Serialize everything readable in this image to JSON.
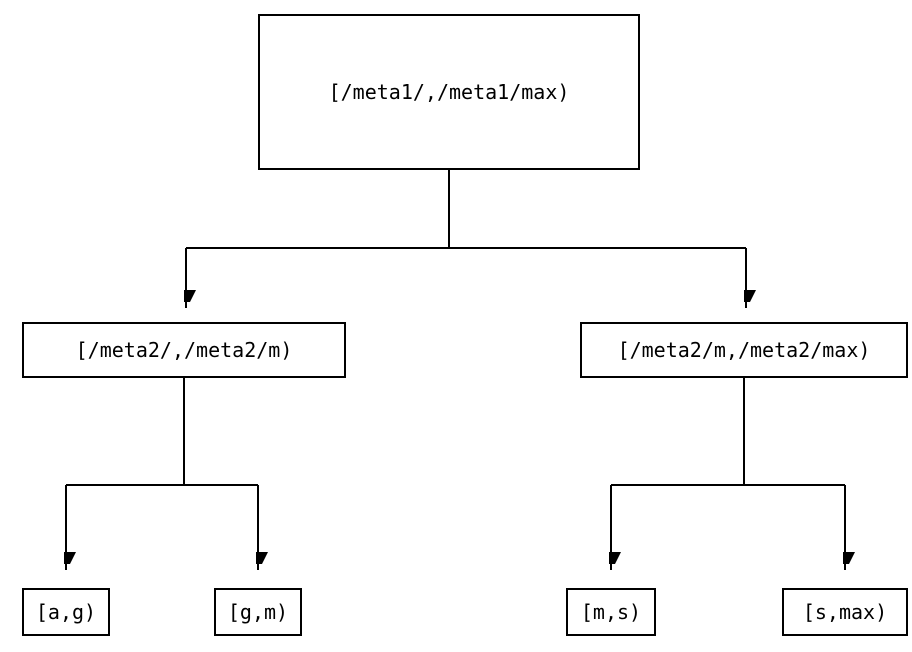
{
  "diagram": {
    "root": {
      "label": "[/meta1/,/meta1/max)"
    },
    "level2": [
      {
        "label": "[/meta2/,/meta2/m)"
      },
      {
        "label": "[/meta2/m,/meta2/max)"
      }
    ],
    "leaves": [
      {
        "label": "[a,g)"
      },
      {
        "label": "[g,m)"
      },
      {
        "label": "[m,s)"
      },
      {
        "label": "[s,max)"
      }
    ],
    "colors": {
      "line": "#000000",
      "box_border": "#000000",
      "background": "#ffffff",
      "text": "#000000"
    }
  }
}
